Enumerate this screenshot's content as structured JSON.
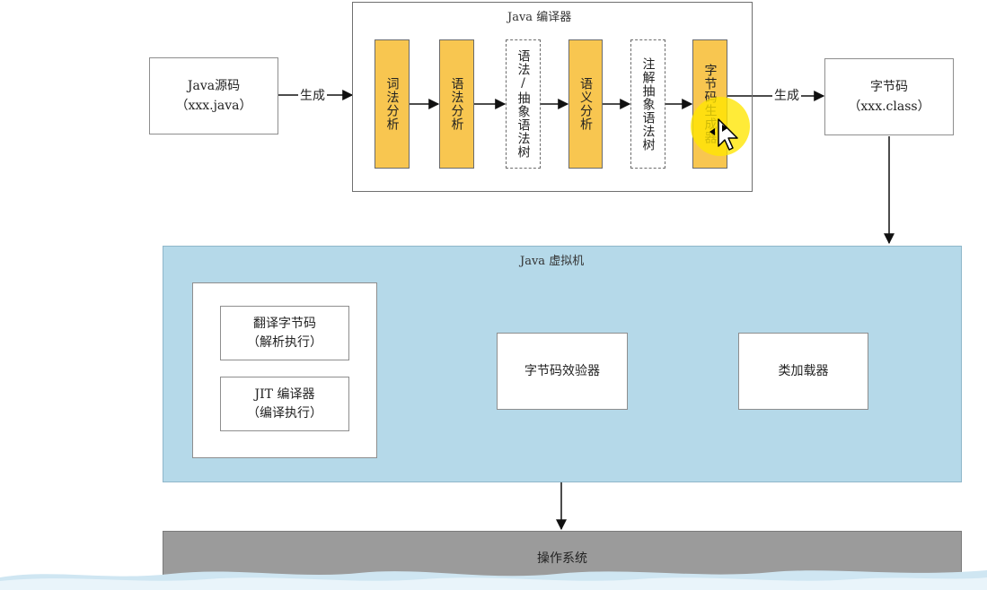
{
  "compiler": {
    "title": "Java 编译器",
    "stages": [
      {
        "label": "词法分析",
        "style": "solid"
      },
      {
        "label": "语法分析",
        "style": "solid"
      },
      {
        "label": "语法/抽象语法树",
        "style": "dashed"
      },
      {
        "label": "语义分析",
        "style": "solid"
      },
      {
        "label": "注解抽象语法树",
        "style": "dashed"
      },
      {
        "label": "字节码生成器",
        "style": "solid"
      }
    ]
  },
  "source": {
    "line1": "Java源码",
    "line2": "（xxx.java）"
  },
  "bytecode": {
    "line1": "字节码",
    "line2": "（xxx.class）"
  },
  "edges": {
    "gen_left": "生成",
    "gen_right": "生成"
  },
  "jvm": {
    "title": "Java 虚拟机",
    "interpret": {
      "line1": "翻译字节码",
      "line2": "（解析执行）"
    },
    "jit": {
      "line1": "JIT 编译器",
      "line2": "（编译执行）"
    },
    "verifier": "字节码效验器",
    "classloader": "类加载器"
  },
  "os": {
    "label": "操作系统"
  },
  "colors": {
    "stage_fill": "#f8c650",
    "jvm_fill": "#b5d9e9",
    "os_fill": "#9b9b9b",
    "cursor_highlight": "#ffe600"
  }
}
